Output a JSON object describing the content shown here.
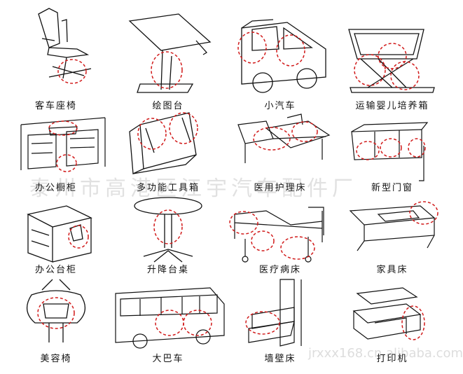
{
  "items": [
    {
      "label": "客车座椅",
      "icon": "coach-seat"
    },
    {
      "label": "绘图台",
      "icon": "drafting-table"
    },
    {
      "label": "小汽车",
      "icon": "car-hatchback"
    },
    {
      "label": "运输婴儿培养箱",
      "icon": "infant-incubator-transport"
    },
    {
      "label": "办公橱柜",
      "icon": "office-cabinet"
    },
    {
      "label": "多功能工具箱",
      "icon": "multi-function-toolbox"
    },
    {
      "label": "医用护理床",
      "icon": "medical-nursing-bed"
    },
    {
      "label": "新型门窗",
      "icon": "new-door-window"
    },
    {
      "label": "办公台柜",
      "icon": "office-desk-cabinet"
    },
    {
      "label": "升降台桌",
      "icon": "lift-table"
    },
    {
      "label": "医疗病床",
      "icon": "hospital-bed"
    },
    {
      "label": "家具床",
      "icon": "furniture-bed"
    },
    {
      "label": "美容椅",
      "icon": "beauty-chair"
    },
    {
      "label": "大巴车",
      "icon": "bus"
    },
    {
      "label": "墙壁床",
      "icon": "wall-bed"
    },
    {
      "label": "打印机",
      "icon": "printer"
    }
  ],
  "watermark": "泰州市高港区江宇汽车配件厂",
  "watermark_url": "jrxxx168.cn.alibaba.com",
  "highlight_color": "#d11a1a"
}
